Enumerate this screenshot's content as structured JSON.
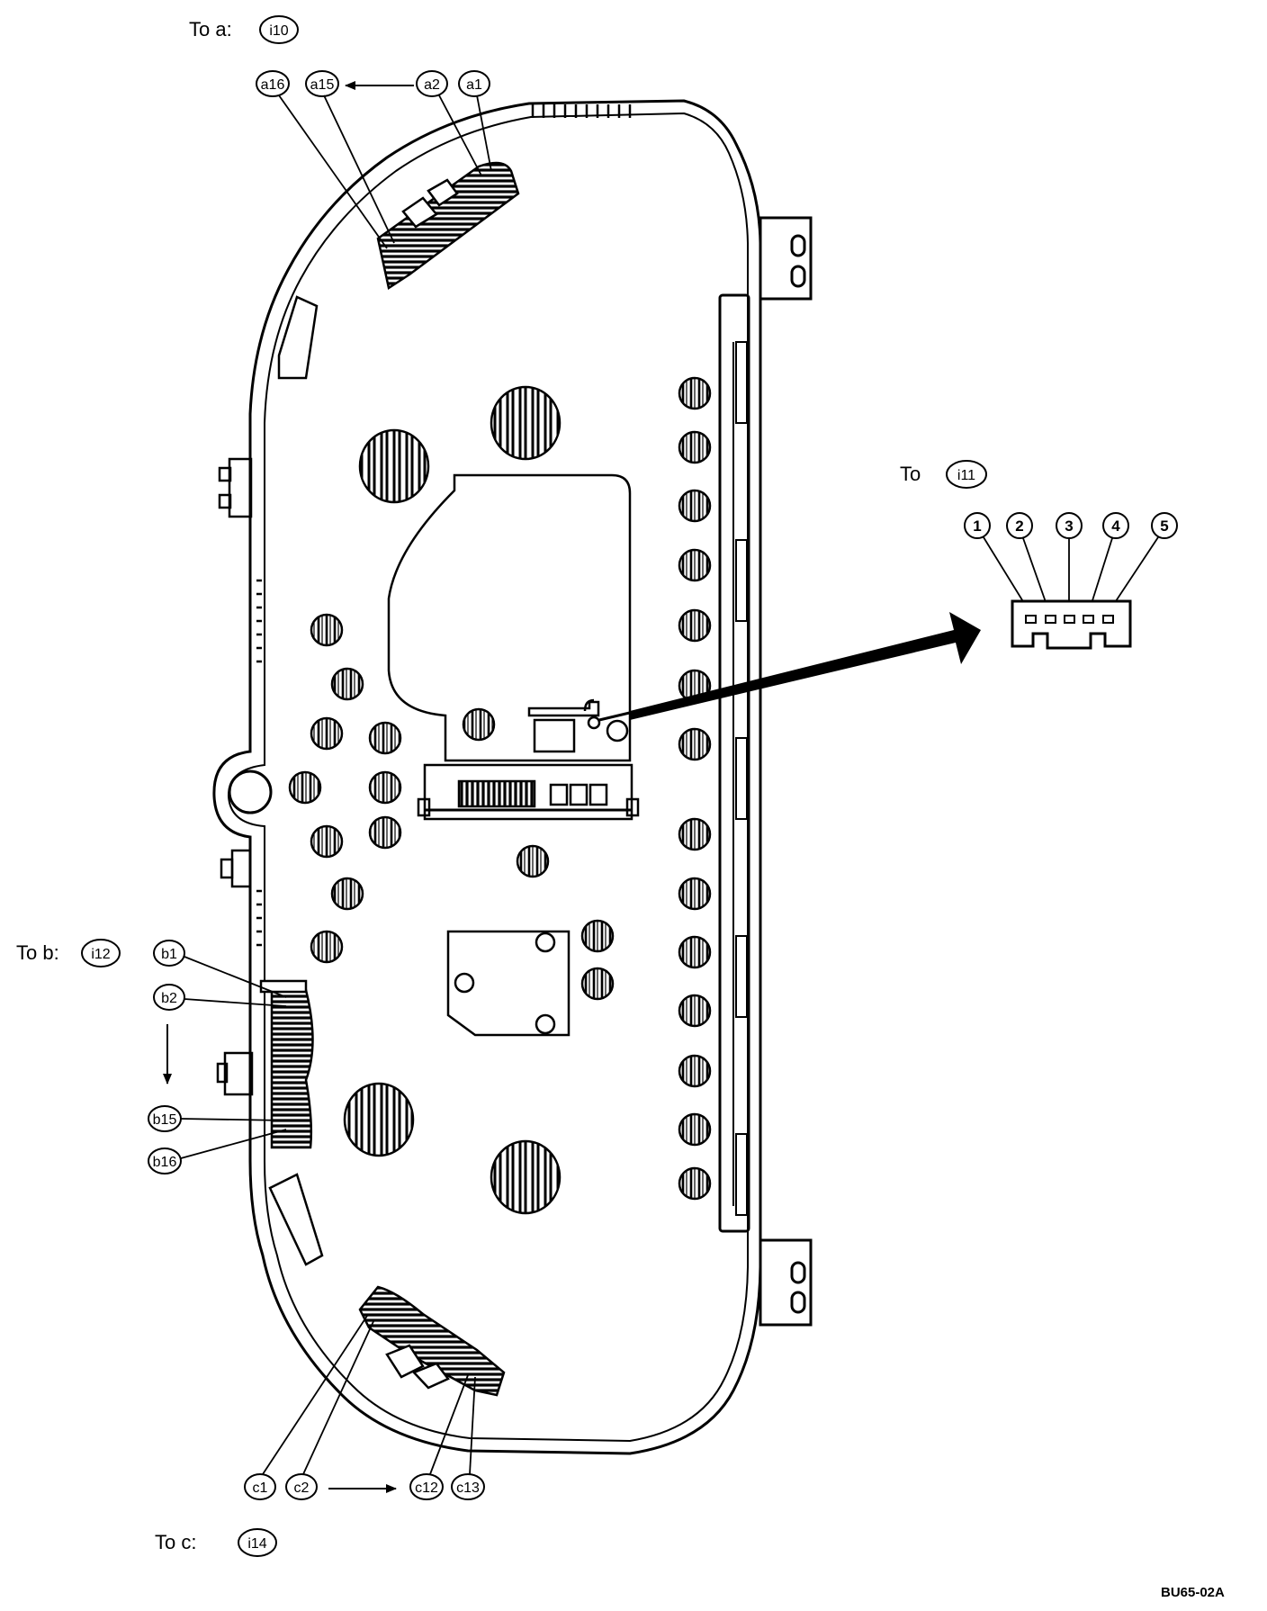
{
  "connector_a": {
    "prefix": "To a:",
    "ref": "i10",
    "pins": [
      "a16",
      "a15",
      "a2",
      "a1"
    ]
  },
  "connector_b": {
    "prefix": "To b:",
    "ref": "i12",
    "pins": [
      "b1",
      "b2",
      "b15",
      "b16"
    ]
  },
  "connector_c": {
    "prefix": "To c:",
    "ref": "i14",
    "pins": [
      "c1",
      "c2",
      "c12",
      "c13"
    ]
  },
  "connector_i11": {
    "prefix": "To",
    "ref": "i11",
    "pins": [
      "1",
      "2",
      "3",
      "4",
      "5"
    ]
  },
  "figure_code": "BU65-02A",
  "colors": {
    "line": "#000000",
    "background": "#ffffff"
  }
}
